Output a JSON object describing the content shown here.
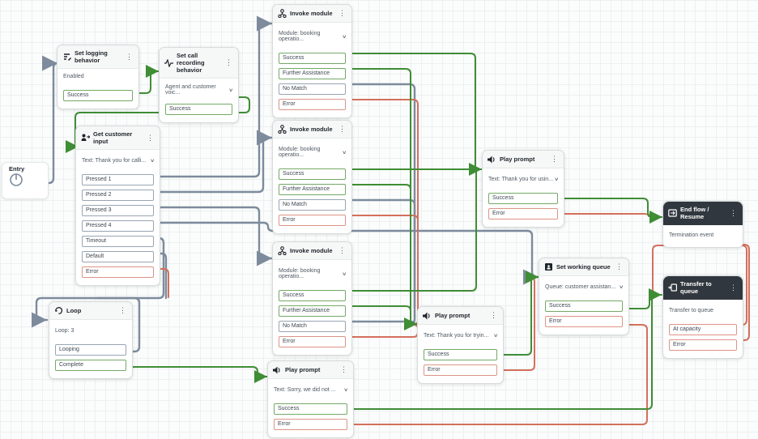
{
  "canvas": {
    "colors": {
      "success": "#3f8d35",
      "error": "#d4705c",
      "neutral": "#7d8b9c",
      "node_border": "#d6dbdb",
      "dark_header": "#31373e"
    }
  },
  "entry": {
    "label": "Entry"
  },
  "menu_dots": "⋮",
  "chevron": "∨",
  "nodes": {
    "set_logging": {
      "title": "Set logging behavior",
      "body": "Enabled",
      "outputs": [
        "Success"
      ]
    },
    "set_call_recording": {
      "title": "Set call recording behavior",
      "body": "Agent and customer voic...",
      "outputs": [
        "Success"
      ]
    },
    "invoke_module_1": {
      "title": "Invoke module",
      "body": "Module: booking operatio...",
      "outputs": [
        "Success",
        "Further Assistance",
        "No Match",
        "Error"
      ]
    },
    "invoke_module_2": {
      "title": "Invoke module",
      "body": "Module: booking operatio...",
      "outputs": [
        "Success",
        "Further Assistance",
        "No Match",
        "Error"
      ]
    },
    "invoke_module_3": {
      "title": "Invoke module",
      "body": "Module: booking operatio...",
      "outputs": [
        "Success",
        "Further Assistance",
        "No Match",
        "Error"
      ]
    },
    "get_customer_input": {
      "title": "Get customer input",
      "body": "Text: Thank you for calli...",
      "outputs": [
        "Pressed 1",
        "Pressed 2",
        "Pressed 3",
        "Pressed 4",
        "Timeout",
        "Default",
        "Error"
      ]
    },
    "play_prompt_right": {
      "title": "Play prompt",
      "body": "Text: Thank you for usin...",
      "outputs": [
        "Success",
        "Error"
      ]
    },
    "play_prompt_mid": {
      "title": "Play prompt",
      "body": "Text: Thank you for tryin...",
      "outputs": [
        "Success",
        "Error"
      ]
    },
    "play_prompt_bottom": {
      "title": "Play prompt",
      "body": "Text: Sorry, we did not ...",
      "outputs": [
        "Success",
        "Error"
      ]
    },
    "set_working_queue": {
      "title": "Set working queue",
      "body": "Queue: customer assistan...",
      "outputs": [
        "Success",
        "Error"
      ]
    },
    "end_flow": {
      "title": "End flow / Resume",
      "body": "Termination event",
      "outputs": []
    },
    "transfer_queue": {
      "title": "Transfer to queue",
      "body": "Transfer to queue",
      "outputs": [
        "At capacity",
        "Error"
      ]
    },
    "loop": {
      "title": "Loop",
      "body": "Loop: 3",
      "outputs": [
        "Looping",
        "Complete"
      ]
    }
  }
}
